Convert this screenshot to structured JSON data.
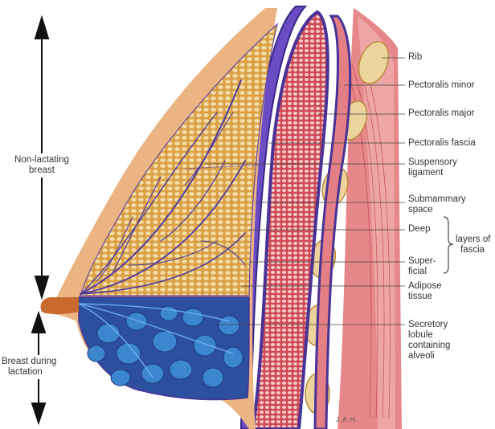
{
  "labels": {
    "non_lactating": [
      "Non-lactating",
      "breast"
    ],
    "lactating": [
      "Breast during",
      "lactation"
    ],
    "rib": "Rib",
    "pectoralis_minor": "Pectoralis minor",
    "pectoralis_major": "Pectoralis major",
    "pectoralis_fascia": "Pectoralis fascia",
    "suspensory_ligament": [
      "Suspensory",
      "ligament"
    ],
    "submammary_space": [
      "Submammary",
      "space"
    ],
    "deep": "Deep",
    "layers_of_fascia": [
      "layers of",
      "fascia"
    ],
    "superficial": [
      "Super-",
      "ficial"
    ],
    "adipose_tissue": [
      "Adipose",
      "tissue"
    ],
    "secretory_lobule": [
      "Secretory",
      "lobule",
      "containing",
      "alveoli"
    ]
  },
  "signature": "J.A.H.",
  "colors": {
    "adipose": "#e0a84a",
    "adipose_cells": "#f3dba3",
    "duct": "#4a3a9a",
    "lobule": "#2f6db5",
    "fascia": "#5b3fa8",
    "muscle": "#d9565e",
    "skin": "#e7b07e",
    "rib": "#ecd39a"
  }
}
